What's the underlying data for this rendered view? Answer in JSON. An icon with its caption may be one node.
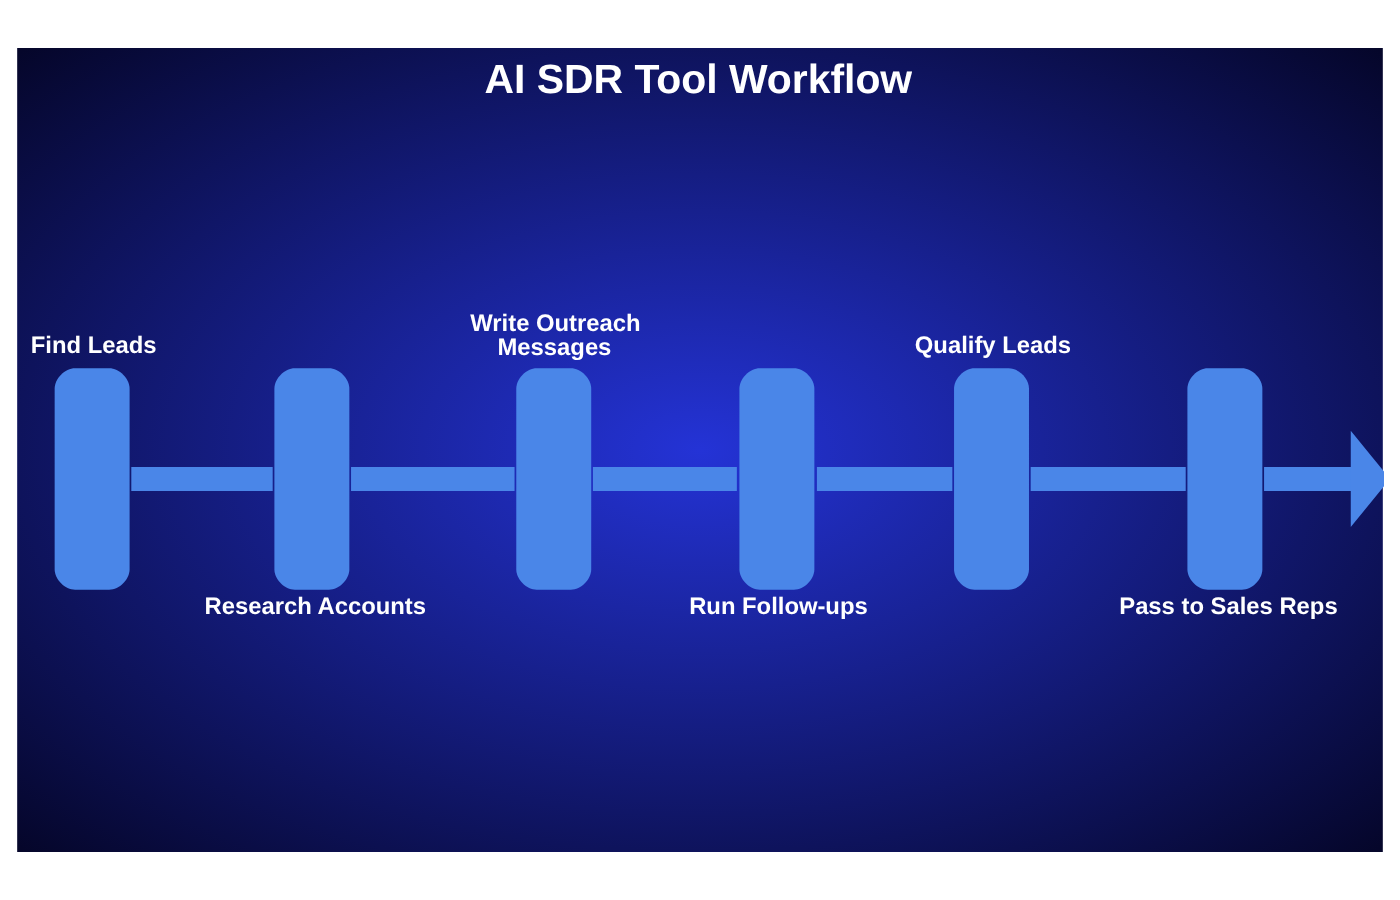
{
  "diagram": {
    "title": "AI SDR Tool Workflow",
    "nodes": [
      {
        "text": [
          "Find Leads"
        ]
      },
      {
        "text": [
          "Research Accounts"
        ]
      },
      {
        "text": [
          "Write Outreach Messages"
        ]
      },
      {
        "text": [
          "Run Follow-ups"
        ]
      },
      {
        "text": [
          "Qualify Leads"
        ]
      },
      {
        "text": [
          "Pass to Sales Reps"
        ]
      }
    ],
    "edges": [
      {
        "from": 0,
        "to": 1,
        "arrow": "none"
      },
      {
        "from": 1,
        "to": 2,
        "arrow": "none"
      },
      {
        "from": 2,
        "to": 3,
        "arrow": "none"
      },
      {
        "from": 3,
        "to": 4,
        "arrow": "none"
      },
      {
        "from": 4,
        "to": 5,
        "arrow": "none"
      },
      {
        "from": 5,
        "to": null,
        "arrow": "to"
      }
    ]
  }
}
